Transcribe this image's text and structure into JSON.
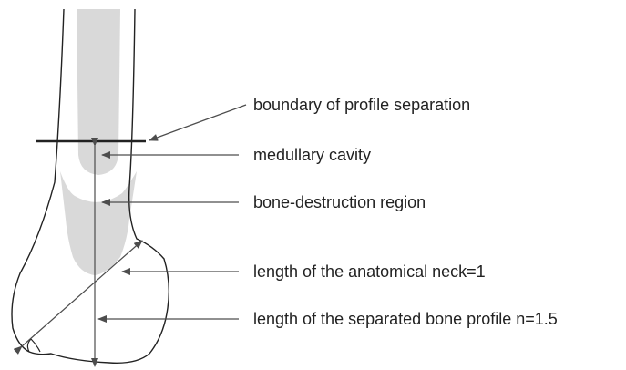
{
  "labels": {
    "boundary": "boundary of profile separation",
    "medullary": "medullary cavity",
    "destruction": "bone-destruction region",
    "neck": "length of the anatomical neck=1",
    "profile": "length of the separated bone profile n=1.5"
  },
  "colors": {
    "outline": "#222222",
    "cavity": "#d9d9d9",
    "arrow": "#4d4d4d"
  }
}
